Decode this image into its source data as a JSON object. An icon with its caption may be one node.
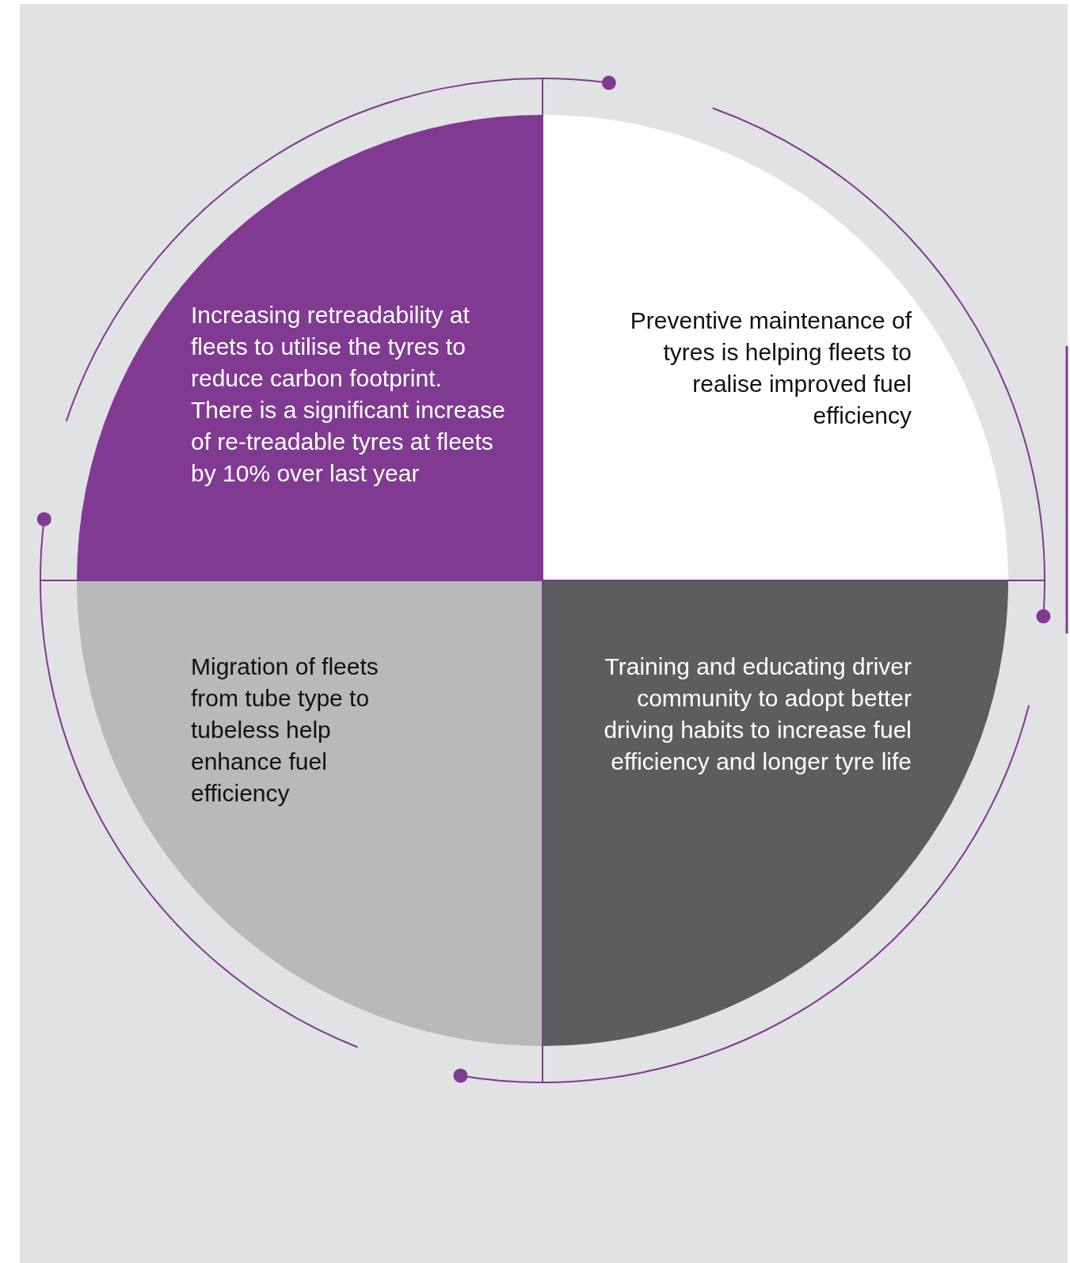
{
  "diagram": {
    "nodes": [
      {
        "text": [
          "Increasing retreadability at fleets to utilise the tyres to reduce carbon footprint. There is a significant increase of re-treadable tyres at fleets by 10% over last year"
        ]
      },
      {
        "text": [
          "Preventive maintenance of tyres is helping fleets to realise improved fuel efficiency"
        ]
      },
      {
        "text": [
          "Migration of fleets from tube type to tubeless help enhance fuel efficiency"
        ]
      },
      {
        "text": [
          "Training and educating driver community to adopt better driving habits to increase fuel efficiency and longer tyre life"
        ]
      }
    ]
  }
}
